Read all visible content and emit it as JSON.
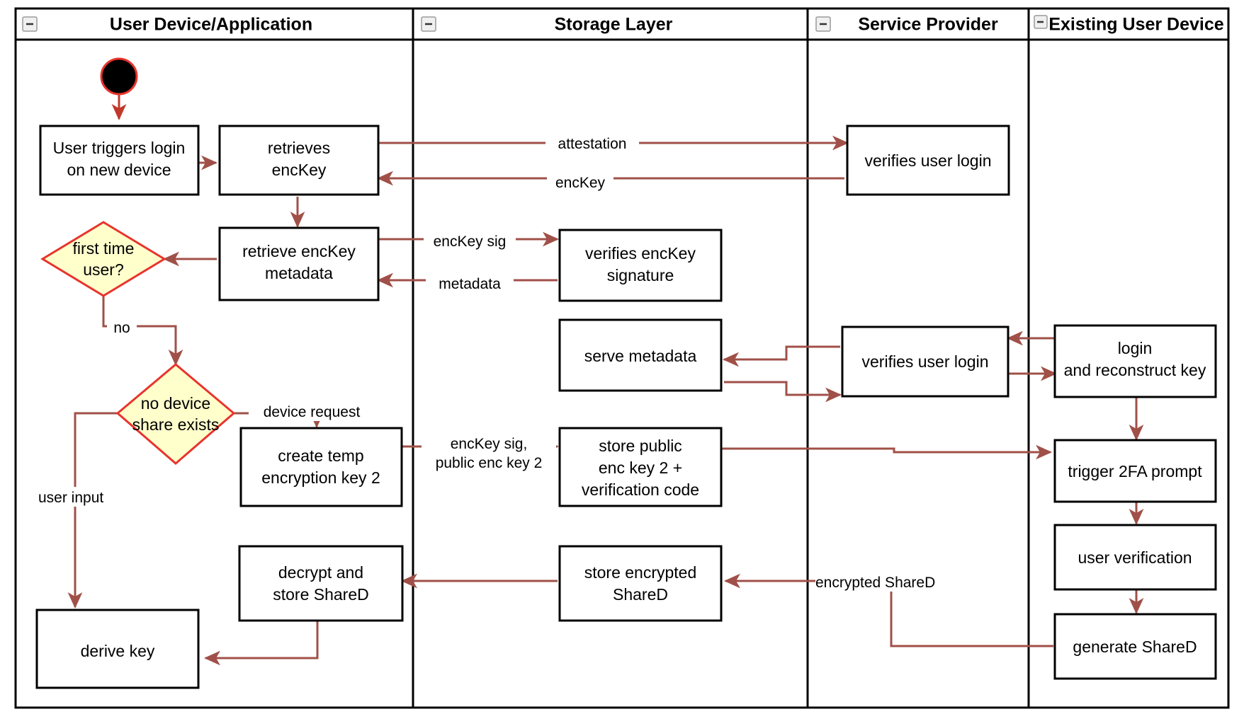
{
  "diagram": {
    "type": "uml-activity-swimlane",
    "title": "Key recovery / new device login activity diagram",
    "colors": {
      "lane_border": "#000000",
      "node_border": "#000000",
      "node_fill": "#ffffff",
      "decision_fill": "#ffffcc",
      "decision_border": "#e8342c",
      "flow_arrow": "#a05048",
      "start_node_fill": "#000000",
      "start_node_ring": "#e8342c",
      "background": "#ffffff"
    },
    "lanes": [
      {
        "id": "lane-user-device",
        "label": "User Device/Application",
        "collapse_icon": "minus-square-icon"
      },
      {
        "id": "lane-storage",
        "label": "Storage Layer",
        "collapse_icon": "minus-square-icon"
      },
      {
        "id": "lane-service-provider",
        "label": "Service Provider",
        "collapse_icon": "minus-square-icon"
      },
      {
        "id": "lane-existing-device",
        "label": "Existing User Device",
        "collapse_icon": "minus-square-icon"
      }
    ],
    "nodes": [
      {
        "id": "start",
        "kind": "initial-node",
        "lane": "lane-user-device",
        "label": ""
      },
      {
        "id": "n-user-triggers-login",
        "kind": "action",
        "lane": "lane-user-device",
        "lines": [
          "User triggers login",
          "on new device"
        ]
      },
      {
        "id": "n-retrieves-enckey",
        "kind": "action",
        "lane": "lane-user-device",
        "lines": [
          "retrieves",
          "encKey"
        ]
      },
      {
        "id": "n-retrieve-enckey-metadata",
        "kind": "action",
        "lane": "lane-user-device",
        "lines": [
          "retrieve encKey",
          "metadata"
        ]
      },
      {
        "id": "d-first-time-user",
        "kind": "decision",
        "lane": "lane-user-device",
        "lines": [
          "first time",
          "user?"
        ]
      },
      {
        "id": "d-no-device-share",
        "kind": "decision",
        "lane": "lane-user-device",
        "lines": [
          "no device",
          "share exists"
        ]
      },
      {
        "id": "n-create-temp-key",
        "kind": "action",
        "lane": "lane-user-device",
        "lines": [
          "create temp",
          "encryption key 2"
        ]
      },
      {
        "id": "n-decrypt-store-shared",
        "kind": "action",
        "lane": "lane-user-device",
        "lines": [
          "decrypt and",
          "store ShareD"
        ]
      },
      {
        "id": "n-derive-key",
        "kind": "action",
        "lane": "lane-user-device",
        "lines": [
          "derive key"
        ]
      },
      {
        "id": "n-verifies-enckey-signature",
        "kind": "action",
        "lane": "lane-storage",
        "lines": [
          "verifies encKey",
          "signature"
        ]
      },
      {
        "id": "n-serve-metadata",
        "kind": "action",
        "lane": "lane-storage",
        "lines": [
          "serve metadata"
        ]
      },
      {
        "id": "n-store-public-enc-key-2",
        "kind": "action",
        "lane": "lane-storage",
        "lines": [
          "store public",
          "enc key 2 +",
          "verification code"
        ]
      },
      {
        "id": "n-store-encrypted-shared",
        "kind": "action",
        "lane": "lane-storage",
        "lines": [
          "store encrypted",
          "ShareD"
        ]
      },
      {
        "id": "n-verifies-user-login-1",
        "kind": "action",
        "lane": "lane-service-provider",
        "lines": [
          "verifies user login"
        ]
      },
      {
        "id": "n-verifies-user-login-2",
        "kind": "action",
        "lane": "lane-service-provider",
        "lines": [
          "verifies user login"
        ]
      },
      {
        "id": "n-login-reconstruct-key",
        "kind": "action",
        "lane": "lane-existing-device",
        "lines": [
          "login",
          "and reconstruct key"
        ]
      },
      {
        "id": "n-trigger-2fa-prompt",
        "kind": "action",
        "lane": "lane-existing-device",
        "lines": [
          "trigger 2FA prompt"
        ]
      },
      {
        "id": "n-user-verification",
        "kind": "action",
        "lane": "lane-existing-device",
        "lines": [
          "user verification"
        ]
      },
      {
        "id": "n-generate-shared",
        "kind": "action",
        "lane": "lane-existing-device",
        "lines": [
          "generate ShareD"
        ]
      }
    ],
    "edges": [
      {
        "id": "e-start-to-trigger",
        "from": "start",
        "to": "n-user-triggers-login",
        "label": ""
      },
      {
        "id": "e-trigger-to-retrieves",
        "from": "n-user-triggers-login",
        "to": "n-retrieves-enckey",
        "label": ""
      },
      {
        "id": "e-retrieves-to-sp",
        "from": "n-retrieves-enckey",
        "to": "n-verifies-user-login-1",
        "label": "attestation"
      },
      {
        "id": "e-sp-to-retrieves",
        "from": "n-verifies-user-login-1",
        "to": "n-retrieves-enckey",
        "label": "encKey"
      },
      {
        "id": "e-retrieves-to-metadata",
        "from": "n-retrieves-enckey",
        "to": "n-retrieve-enckey-metadata",
        "label": ""
      },
      {
        "id": "e-metadata-to-verify-sig",
        "from": "n-retrieve-enckey-metadata",
        "to": "n-verifies-enckey-signature",
        "label": "encKey sig"
      },
      {
        "id": "e-verify-sig-to-metadata",
        "from": "n-verifies-enckey-signature",
        "to": "n-retrieve-enckey-metadata",
        "label": "metadata"
      },
      {
        "id": "e-metadata-to-decision",
        "from": "n-retrieve-enckey-metadata",
        "to": "d-first-time-user",
        "label": ""
      },
      {
        "id": "e-first-time-no",
        "from": "d-first-time-user",
        "to": "d-no-device-share",
        "label": "no"
      },
      {
        "id": "e-no-device-share-request",
        "from": "d-no-device-share",
        "to": "n-create-temp-key",
        "label": "device request"
      },
      {
        "id": "e-no-device-share-user-input",
        "from": "d-no-device-share",
        "to": "n-derive-key",
        "label": "user input"
      },
      {
        "id": "e-temp-key-to-store-public",
        "from": "n-create-temp-key",
        "to": "n-store-public-enc-key-2",
        "label": "encKey sig,\npublic enc key 2"
      },
      {
        "id": "e-store-public-to-2fa",
        "from": "n-store-public-enc-key-2",
        "to": "n-trigger-2fa-prompt",
        "label": ""
      },
      {
        "id": "e-existing-to-sp2",
        "from": "n-login-reconstruct-key",
        "to": "n-verifies-user-login-2",
        "label": ""
      },
      {
        "id": "e-sp2-to-existing",
        "from": "n-verifies-user-login-2",
        "to": "n-login-reconstruct-key",
        "label": ""
      },
      {
        "id": "e-sp2-to-serve-metadata",
        "from": "n-verifies-user-login-2",
        "to": "n-serve-metadata",
        "label": ""
      },
      {
        "id": "e-serve-metadata-to-sp2",
        "from": "n-serve-metadata",
        "to": "n-verifies-user-login-2",
        "label": ""
      },
      {
        "id": "e-login-to-2fa",
        "from": "n-login-reconstruct-key",
        "to": "n-trigger-2fa-prompt",
        "label": ""
      },
      {
        "id": "e-2fa-to-user-verification",
        "from": "n-trigger-2fa-prompt",
        "to": "n-user-verification",
        "label": ""
      },
      {
        "id": "e-user-verification-to-generate",
        "from": "n-user-verification",
        "to": "n-generate-shared",
        "label": ""
      },
      {
        "id": "e-generate-to-store-encrypted",
        "from": "n-generate-shared",
        "to": "n-store-encrypted-shared",
        "label": "encrypted ShareD"
      },
      {
        "id": "e-store-encrypted-to-decrypt",
        "from": "n-store-encrypted-shared",
        "to": "n-decrypt-store-shared",
        "label": ""
      },
      {
        "id": "e-decrypt-to-derive",
        "from": "n-decrypt-store-shared",
        "to": "n-derive-key",
        "label": ""
      }
    ],
    "edge_labels": {
      "attestation": "attestation",
      "enckey": "encKey",
      "enckey_sig": "encKey sig",
      "metadata": "metadata",
      "no": "no",
      "device_request": "device request",
      "user_input": "user input",
      "enckey_sig_public_1": "encKey sig,",
      "enckey_sig_public_2": "public enc key 2",
      "encrypted_shared": "encrypted ShareD"
    }
  }
}
